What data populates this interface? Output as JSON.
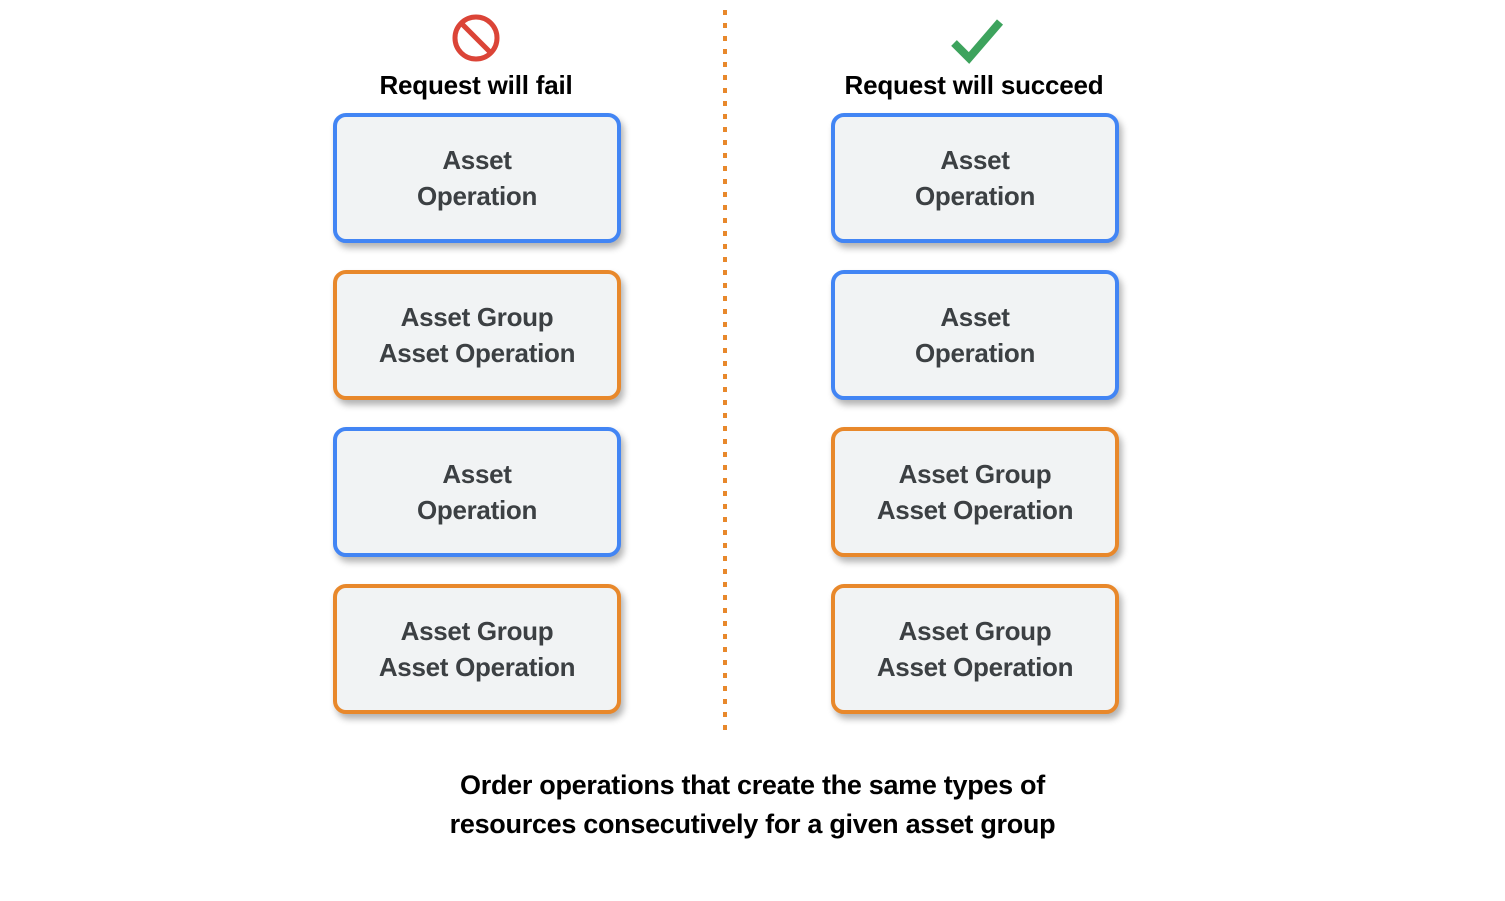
{
  "diagram": {
    "caption_lines": [
      "Order operations that create the same types of",
      "resources consecutively for a given asset group"
    ],
    "divider": {
      "style": "dotted-vertical",
      "color": "#E8882B"
    },
    "colors": {
      "blue_border": "#4285F4",
      "orange_border": "#E8882B",
      "card_fill": "#F1F3F4",
      "card_text": "#3C4043",
      "fail_icon": "#DB4437",
      "succeed_icon": "#3DA35D",
      "background": "#FFFFFF",
      "caption_text": "#000000"
    },
    "columns": [
      {
        "id": "fail",
        "title": "Request will fail",
        "icon": "prohibition-icon",
        "icon_color": "#DB4437",
        "cards": [
          {
            "label": "Asset\nOperation",
            "type": "asset-operation",
            "color": "blue"
          },
          {
            "label": "Asset Group\nAsset Operation",
            "type": "asset-group-asset-operation",
            "color": "orange"
          },
          {
            "label": "Asset\nOperation",
            "type": "asset-operation",
            "color": "blue"
          },
          {
            "label": "Asset Group\nAsset Operation",
            "type": "asset-group-asset-operation",
            "color": "orange"
          }
        ]
      },
      {
        "id": "succeed",
        "title": "Request will succeed",
        "icon": "checkmark-icon",
        "icon_color": "#3DA35D",
        "cards": [
          {
            "label": "Asset\nOperation",
            "type": "asset-operation",
            "color": "blue"
          },
          {
            "label": "Asset\nOperation",
            "type": "asset-operation",
            "color": "blue"
          },
          {
            "label": "Asset Group\nAsset Operation",
            "type": "asset-group-asset-operation",
            "color": "orange"
          },
          {
            "label": "Asset Group\nAsset Operation",
            "type": "asset-group-asset-operation",
            "color": "orange"
          }
        ]
      }
    ]
  }
}
